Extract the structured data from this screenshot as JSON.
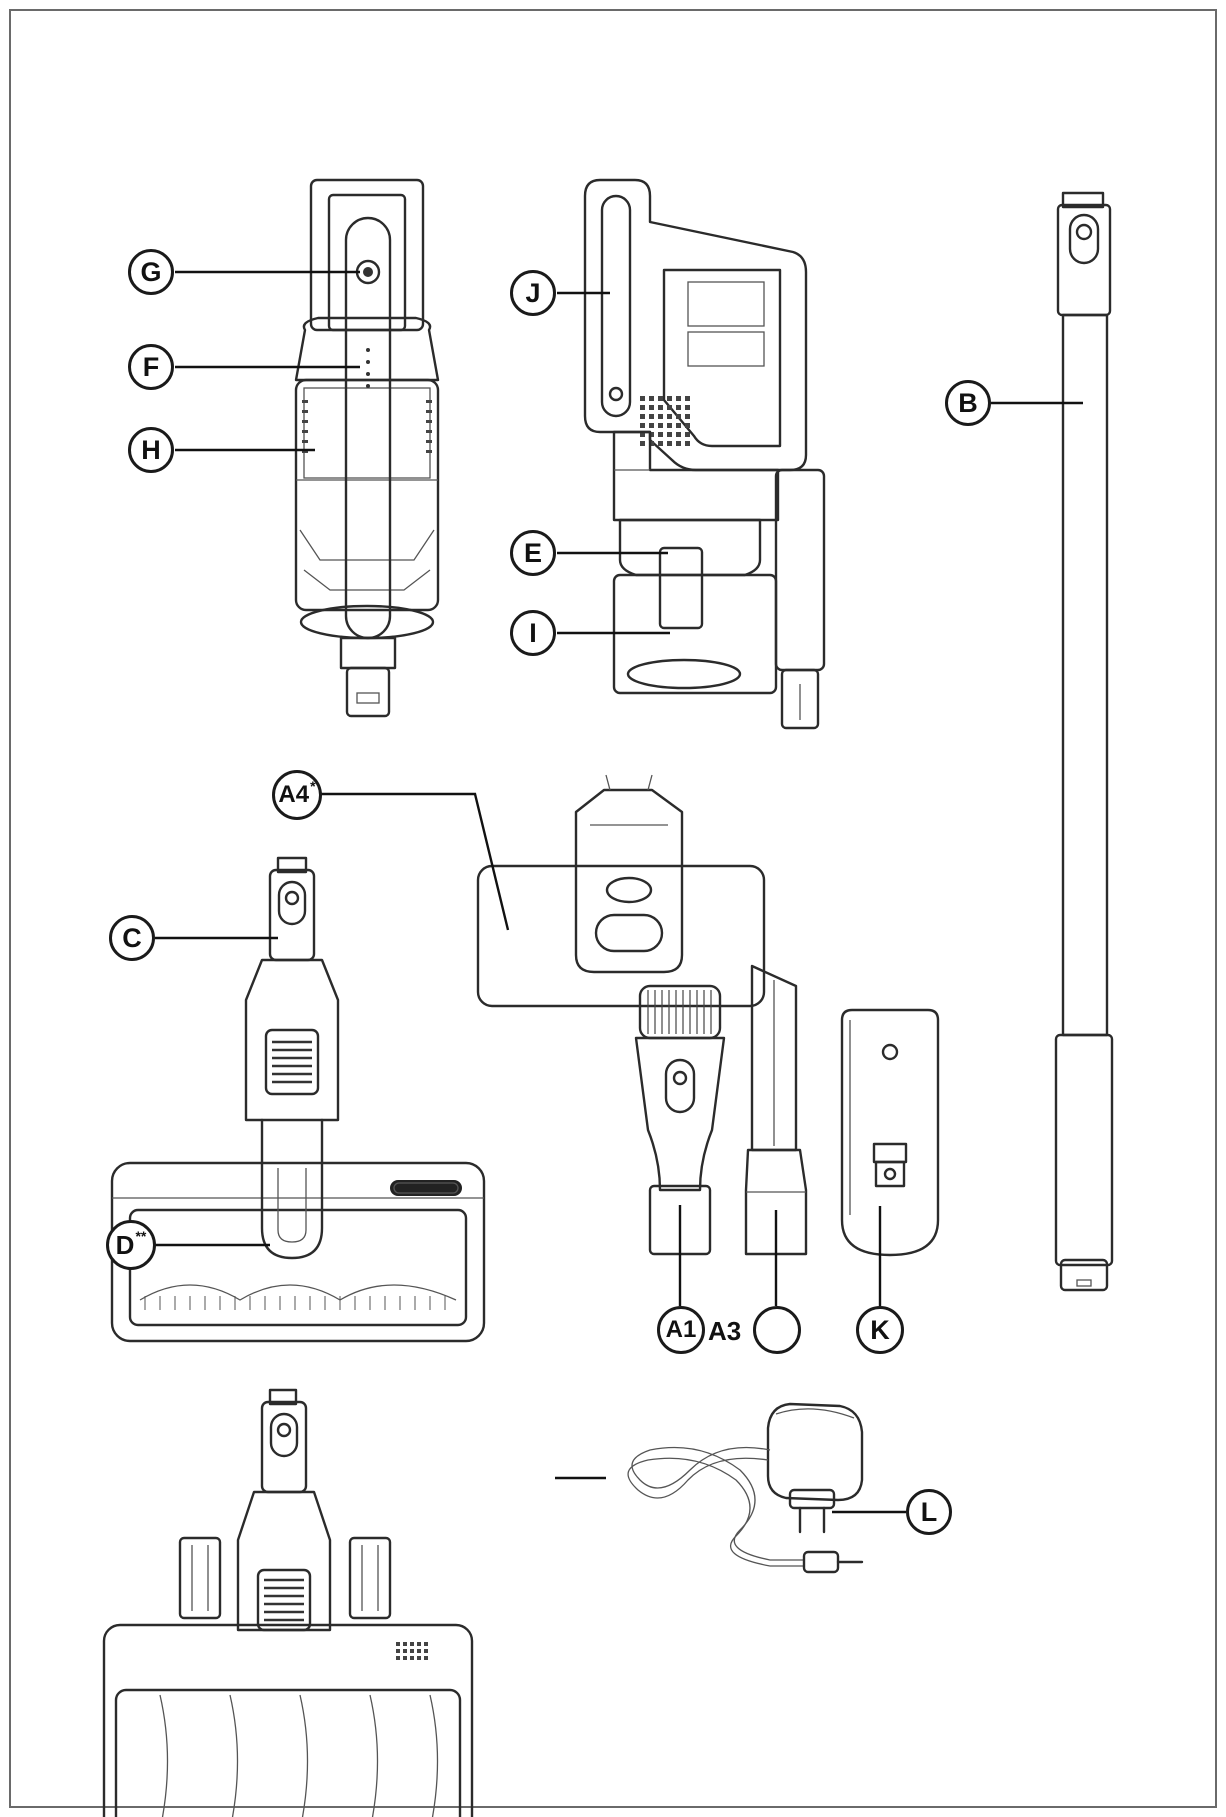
{
  "labels": {
    "A1": "A1",
    "A3": "A3",
    "A4": "A4",
    "A4_mark": "*",
    "B": "B",
    "C": "C",
    "D": "D",
    "D_mark": "**",
    "E": "E",
    "F": "F",
    "G": "G",
    "H": "H",
    "I": "I",
    "J": "J",
    "K": "K",
    "L": "L"
  }
}
